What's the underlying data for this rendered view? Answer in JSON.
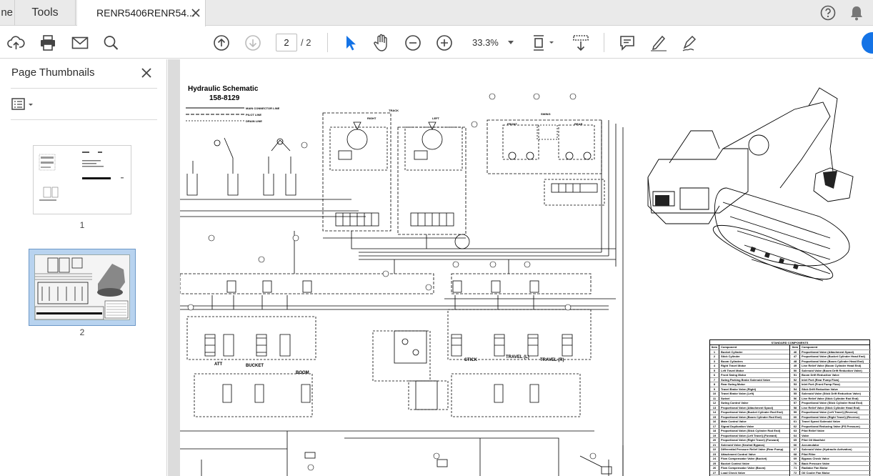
{
  "tabs": {
    "home_partial": "ne",
    "tools": "Tools",
    "document": "RENR5406RENR54..."
  },
  "toolbar": {
    "current_page": "2",
    "total_pages": "/ 2",
    "zoom": "33.3%",
    "icons": [
      "upload-icon",
      "print-icon",
      "email-icon",
      "search-icon",
      "page-up-icon",
      "page-down-icon",
      "select-arrow-icon",
      "hand-icon",
      "zoom-out-icon",
      "zoom-in-icon",
      "page-fit-icon",
      "scroll-mode-icon",
      "comment-icon",
      "highlight-pen-icon",
      "sign-icon"
    ]
  },
  "side_panel": {
    "title": "Page Thumbnails",
    "thumbnails": [
      {
        "label": "1"
      },
      {
        "label": "2",
        "selected": true
      }
    ]
  },
  "document": {
    "title": "Hydraulic Schematic",
    "subtitle": "158-8129",
    "legend": [
      "MAIN CONNECTOR LINE",
      "PILOT LINE",
      "DRAIN LINE"
    ],
    "labels": {
      "track": "TRACK",
      "right": "RIGHT",
      "left": "LEFT",
      "swing": "SWING",
      "front": "FRONT",
      "rear": "REAR",
      "att": "ATT",
      "bucket": "BUCKET",
      "boom": "BOOM",
      "stick": "STICK",
      "travel_l": "TRAVEL (L)",
      "travel_r": "TRAVEL (R)"
    },
    "components": {
      "heading": "STANDARD COMPONENTS",
      "col_headers": [
        "Item",
        "Component"
      ],
      "left": [
        [
          "1",
          "Bucket Cylinder"
        ],
        [
          "2",
          "Stick Cylinder"
        ],
        [
          "3",
          "Boom Cylinders"
        ],
        [
          "4",
          "Right Travel Motor"
        ],
        [
          "5",
          "Left Travel Motor"
        ],
        [
          "6",
          "Front Swing Motor"
        ],
        [
          "7",
          "Swing Parking Brake Solenoid Valve"
        ],
        [
          "8",
          "Rear Swing Motor"
        ],
        [
          "9",
          "Travel Brake Valve (Right)"
        ],
        [
          "10",
          "Travel Brake Valve (Left)"
        ],
        [
          "11",
          "Swivel"
        ],
        [
          "12",
          "Swing Control Valve"
        ],
        [
          "13",
          "Proportional Valve (Attachment Spool)"
        ],
        [
          "14",
          "Proportional Valve (Bucket Cylinder Rod End)"
        ],
        [
          "15",
          "Proportional Valve (Boom Cylinder Rod End)"
        ],
        [
          "16",
          "Main Control Valve"
        ],
        [
          "17",
          "Signal Duplication Valve"
        ],
        [
          "18",
          "Proportional Valve (Stick Cylinder Rod End)"
        ],
        [
          "19",
          "Proportional Valve (Left Travel) (Forward)"
        ],
        [
          "20",
          "Proportional Valve (Right Travel) (Forward)"
        ],
        [
          "21",
          "Solenoid Valve (Neutral Bypass)"
        ],
        [
          "22",
          "Differential Pressure Relief Valve (Rear Pump)"
        ],
        [
          "23",
          "Attachment Control Valve"
        ],
        [
          "24",
          "Flow Compensator Valve (Bucket)"
        ],
        [
          "25",
          "Bucket Control Valve"
        ],
        [
          "26",
          "Flow Compensator Valve (Boom)"
        ],
        [
          "27",
          "Load Check Valve"
        ]
      ],
      "right": [
        [
          "46",
          "Proportional Valve (Attachment Spool)"
        ],
        [
          "47",
          "Proportional Valve (Bucket Cylinder Head End)"
        ],
        [
          "48",
          "Proportional Valve (Boom Cylinder Head End)"
        ],
        [
          "49",
          "Line Relief Valve (Boom Cylinder Head End)"
        ],
        [
          "50",
          "Solenoid Valve (Boom Drift Reduction Valve)"
        ],
        [
          "51",
          "Boom Drift Reduction Valve"
        ],
        [
          "52",
          "Inlet Port (Rear Pump Flow)"
        ],
        [
          "53",
          "Inlet Port (Front Pump Flow)"
        ],
        [
          "54",
          "Stick Drift Reduction Valve"
        ],
        [
          "55",
          "Solenoid Valve (Stick Drift Reduction Valve)"
        ],
        [
          "56",
          "Line Relief Valve (Stick Cylinder Rod End)"
        ],
        [
          "57",
          "Proportional Valve (Stick Cylinder Head End)"
        ],
        [
          "58",
          "Line Relief Valve (Stick Cylinder Head End)"
        ],
        [
          "59",
          "Proportional Valve (Left Travel) (Reverse)"
        ],
        [
          "60",
          "Proportional Valve (Right Travel) (Reverse)"
        ],
        [
          "61",
          "Travel Speed Solenoid Valve"
        ],
        [
          "62",
          "Proportional Reducing Valve (PS Pressure)"
        ],
        [
          "63",
          "Pilot Relief Valve"
        ],
        [
          "64",
          "Valve"
        ],
        [
          "65",
          "Pilot Oil Manifold"
        ],
        [
          "66",
          "Accumulator"
        ],
        [
          "67",
          "Solenoid Valve (Hydraulic Activation)"
        ],
        [
          "68",
          "Pilot Filter"
        ],
        [
          "69",
          "Bypass Check Valve"
        ],
        [
          "70",
          "Back Pressure Valve"
        ],
        [
          "71",
          "Radiator Fan Motor"
        ],
        [
          "72",
          "Oil Cooler Fan Motor"
        ]
      ]
    }
  }
}
